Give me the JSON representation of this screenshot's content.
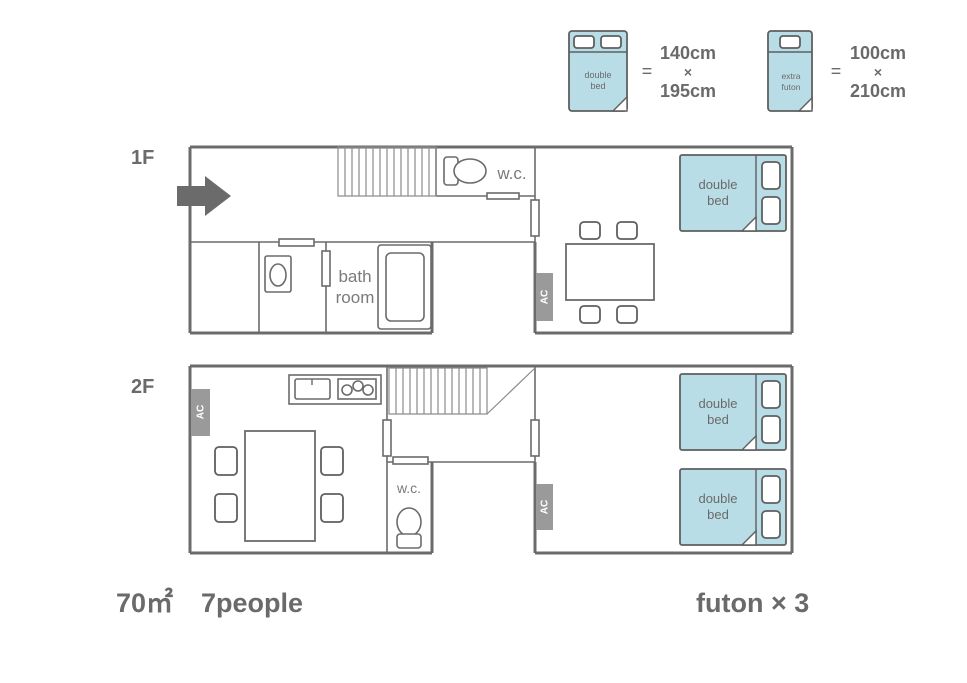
{
  "legend": {
    "double_bed": {
      "label_line1": "double",
      "label_line2": "bed",
      "equals": "=",
      "width": "140cm",
      "times": "×",
      "length": "195cm"
    },
    "extra_futon": {
      "label_line1": "extra",
      "label_line2": "futon",
      "equals": "=",
      "width": "100cm",
      "times": "×",
      "length": "210cm"
    }
  },
  "floor1": {
    "label": "1F",
    "wc_label": "w.c.",
    "bath_line1": "bath",
    "bath_line2": "room",
    "ac": "AC",
    "bed_line1": "double",
    "bed_line2": "bed"
  },
  "floor2": {
    "label": "2F",
    "wc_label": "w.c.",
    "ac_left": "AC",
    "ac_right": "AC",
    "bed1_line1": "double",
    "bed1_line2": "bed",
    "bed2_line1": "double",
    "bed2_line2": "bed"
  },
  "summary": {
    "area": "70㎡",
    "people": "7people",
    "futon": "futon × 3"
  },
  "colors": {
    "bed_fill": "#b9dde6",
    "wall": "#6b6b6b",
    "ac_fill": "#9a9a9a"
  }
}
